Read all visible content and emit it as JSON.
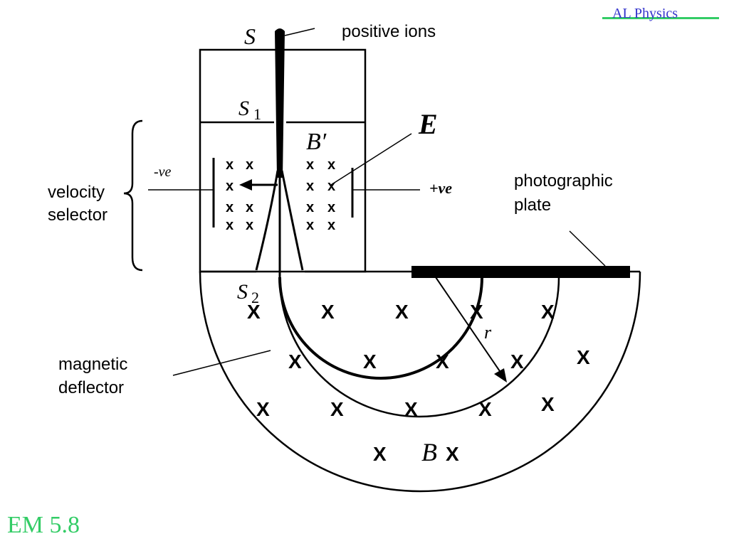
{
  "header": {
    "title": "AL Physics"
  },
  "footer": {
    "slide_id": "EM 5.8"
  },
  "labels": {
    "source": "S",
    "positive_ions": "positive ions",
    "slit1": "S",
    "slit1_sub": "1",
    "slit2": "S",
    "slit2_sub": "2",
    "e_field": "E",
    "b_prime": "B′",
    "neg_plate": "-ve",
    "pos_plate": "+ve",
    "velocity_selector_line1": "velocity",
    "velocity_selector_line2": "selector",
    "photographic_plate_line1": "photographic",
    "photographic_plate_line2": "plate",
    "magnetic_deflector_line1": "magnetic",
    "magnetic_deflector_line2": "deflector",
    "radius": "r",
    "b_field": "B",
    "field_mark": "x",
    "field_mark_big": "X"
  },
  "colors": {
    "header_text": "#3333cc",
    "accent_green": "#33cc66"
  }
}
